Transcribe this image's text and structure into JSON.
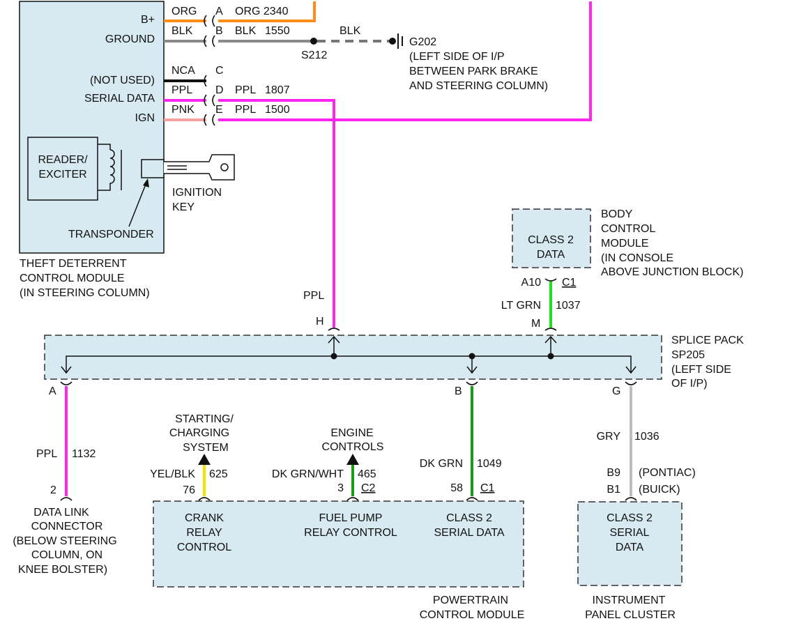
{
  "colors": {
    "orange": "#ff8c1a",
    "black": "#111111",
    "gray": "#8a8a8a",
    "magenta": "#ff24f0",
    "pink": "#f4a0a0",
    "ltgreen": "#1fe01f",
    "dkgreen": "#169c16",
    "yellow": "#f2e400",
    "wire_gray": "#bdbdbd",
    "box_fill": "#d7e9f1"
  },
  "tdm": {
    "pins": [
      "B+",
      "GROUND",
      "(NOT USED)",
      "SERIAL DATA",
      "IGN"
    ],
    "reader": [
      "READER/",
      "EXCITER"
    ],
    "key": [
      "IGNITION",
      "KEY"
    ],
    "transponder": "TRANSPONDER",
    "title": [
      "THEFT DETERRENT",
      "CONTROL MODULE",
      "(IN STEERING COLUMN)"
    ]
  },
  "wires": {
    "orange": {
      "color": "ORG",
      "letter": "A",
      "label": "ORG 2340"
    },
    "ground": {
      "color": "BLK",
      "letter": "B",
      "label_color": "BLK",
      "circuit": "1550",
      "dash_color": "BLK"
    },
    "nca": {
      "color": "NCA",
      "letter": "C"
    },
    "serial": {
      "color": "PPL",
      "letter": "D",
      "label_color": "PPL",
      "circuit": "1807"
    },
    "ign": {
      "color": "PNK",
      "letter": "E",
      "label_color": "PPL",
      "circuit": "1500"
    }
  },
  "ground_point": {
    "splice": "S212",
    "name": "G202",
    "location": [
      "(LEFT SIDE OF I/P",
      "BETWEEN PARK BRAKE",
      "AND STEERING COLUMN)"
    ]
  },
  "bcm": {
    "data": [
      "CLASS 2",
      "DATA"
    ],
    "name": [
      "BODY",
      "CONTROL",
      "MODULE",
      "(IN CONSOLE",
      "ABOVE JUNCTION BLOCK)"
    ],
    "pin": "A10",
    "connector": "C1",
    "wire_color": "LT GRN",
    "circuit": "1037",
    "splice_letter": "M"
  },
  "splice_pack": {
    "name": [
      "SPLICE PACK",
      "SP205",
      "(LEFT SIDE",
      "OF I/P)"
    ],
    "h_wire_color": "PPL",
    "h_letter": "H",
    "a_letter": "A",
    "b_letter": "B",
    "g_letter": "G"
  },
  "dlc": {
    "wire_color": "PPL",
    "circuit": "1132",
    "pin": "2",
    "name": [
      "DATA LINK",
      "CONNECTOR",
      "(BELOW STEERING",
      "COLUMN, ON",
      "KNEE BOLSTER)"
    ]
  },
  "pcm": {
    "starting": [
      "STARTING/",
      "CHARGING",
      "SYSTEM"
    ],
    "engine": [
      "ENGINE",
      "CONTROLS"
    ],
    "crank": {
      "wire_color": "YEL/BLK",
      "circuit": "625",
      "pin": "76",
      "label": [
        "CRANK",
        "RELAY",
        "CONTROL"
      ]
    },
    "fuel": {
      "wire_color": "DK GRN/WHT",
      "circuit": "465",
      "pin": "3",
      "connector": "C2",
      "label": [
        "FUEL PUMP",
        "RELAY CONTROL"
      ]
    },
    "serial": {
      "wire_color": "DK GRN",
      "circuit": "1049",
      "pin": "58",
      "connector": "C1",
      "label": [
        "CLASS 2",
        "SERIAL DATA"
      ]
    },
    "name": [
      "POWERTRAIN",
      "CONTROL MODULE"
    ]
  },
  "ipc": {
    "wire_color": "GRY",
    "circuit": "1036",
    "pins": [
      {
        "pin": "B9",
        "note": "(PONTIAC)"
      },
      {
        "pin": "B1",
        "note": "(BUICK)"
      }
    ],
    "label": [
      "CLASS 2",
      "SERIAL",
      "DATA"
    ],
    "name": [
      "INSTRUMENT",
      "PANEL CLUSTER"
    ]
  }
}
